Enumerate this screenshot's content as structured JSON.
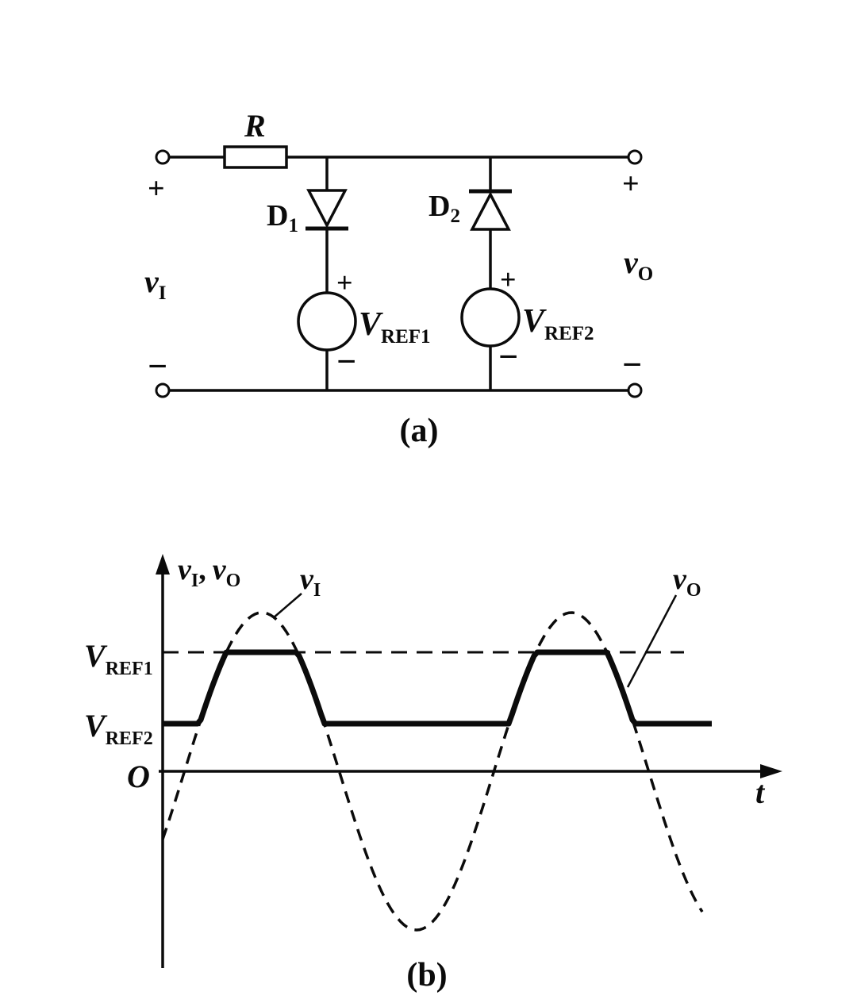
{
  "figure": {
    "caption_a": "(a)",
    "caption_b": "(b)"
  },
  "circuit": {
    "resistor_label": "R",
    "input_plus": "+",
    "input_minus": "−",
    "output_plus": "+",
    "output_minus": "−",
    "v_in": {
      "base": "v",
      "sub": "I"
    },
    "v_out": {
      "base": "v",
      "sub": "O"
    },
    "d1": {
      "base": "D",
      "sub": "1"
    },
    "d2": {
      "base": "D",
      "sub": "2"
    },
    "source1_plus": "+",
    "source1_minus": "−",
    "source2_plus": "+",
    "source2_minus": "−",
    "vref1": {
      "base": "V",
      "sub": "REF1"
    },
    "vref2": {
      "base": "V",
      "sub": "REF2"
    }
  },
  "plot": {
    "axis_label": {
      "v1": "v",
      "v1_sub": "I",
      "comma": ",",
      "v2": "v",
      "v2_sub": "O"
    },
    "origin": "O",
    "t_label": "t",
    "vref1": {
      "base": "V",
      "sub": "REF1"
    },
    "vref2": {
      "base": "V",
      "sub": "REF2"
    },
    "vi_label": {
      "base": "v",
      "sub": "I"
    },
    "vo_label": {
      "base": "v",
      "sub": "O"
    }
  },
  "chart_data": {
    "type": "line",
    "xlabel": "t",
    "ylabel": "vI, vO",
    "reference_levels": [
      "V_REF1",
      "V_REF2"
    ],
    "series": [
      {
        "name": "v_I",
        "style": "dashed",
        "shape": "sinusoid",
        "description": "sinusoidal input spanning two full periods, peaks above V_REF1 and troughs below zero"
      },
      {
        "name": "v_O",
        "style": "solid",
        "shape": "clipped sinusoid",
        "description": "output limited between V_REF2 (lower bound) and V_REF1 (upper bound)"
      }
    ],
    "legend_position": "inline-labels",
    "grid": false
  }
}
